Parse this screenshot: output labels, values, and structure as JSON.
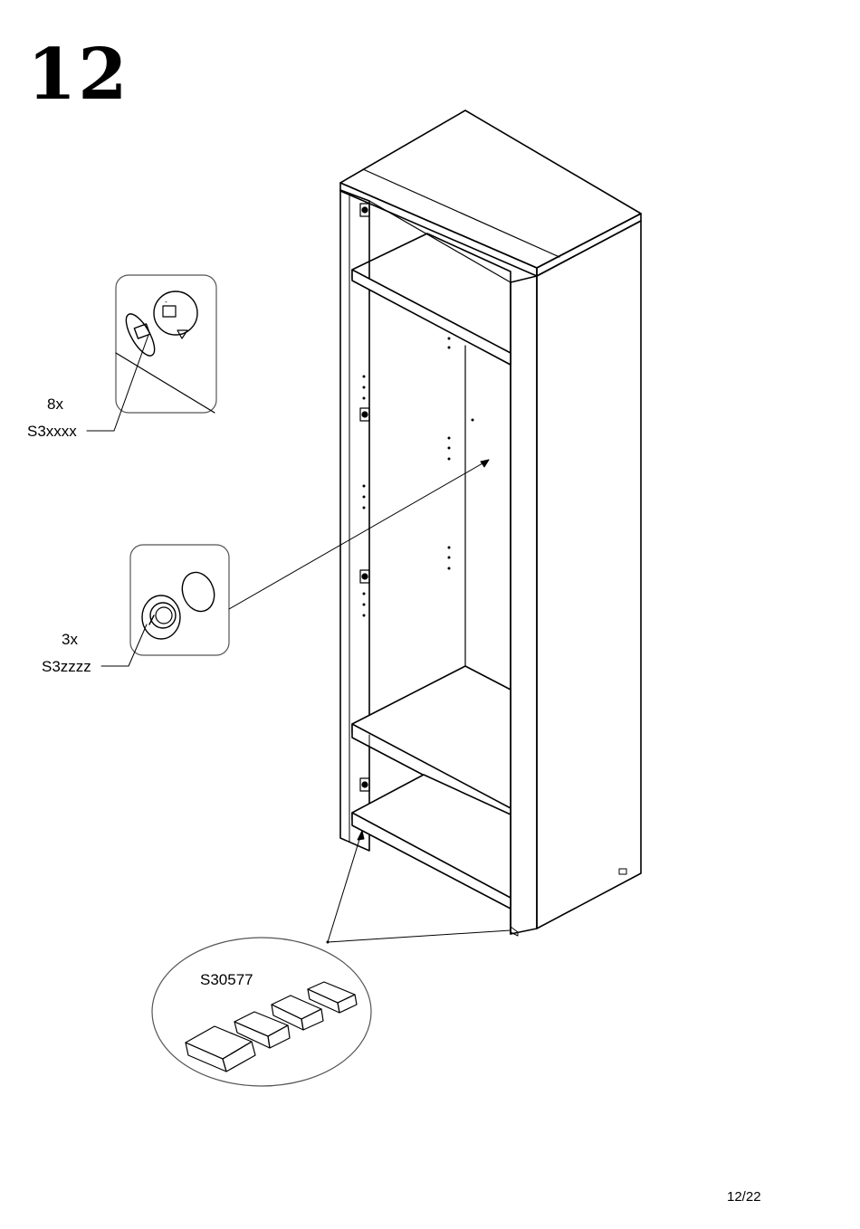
{
  "step": {
    "number": "12"
  },
  "callouts": {
    "shelf_support": {
      "quantity": "8x",
      "part_code": "S3xxxx"
    },
    "cover_cap": {
      "quantity": "3x",
      "part_code": "S3zzzz"
    },
    "felt_pads": {
      "part_code": "S30577"
    }
  },
  "footer": {
    "page": "12/22"
  },
  "colors": {
    "line": "#000000",
    "background": "#ffffff",
    "frame": "#555555"
  }
}
